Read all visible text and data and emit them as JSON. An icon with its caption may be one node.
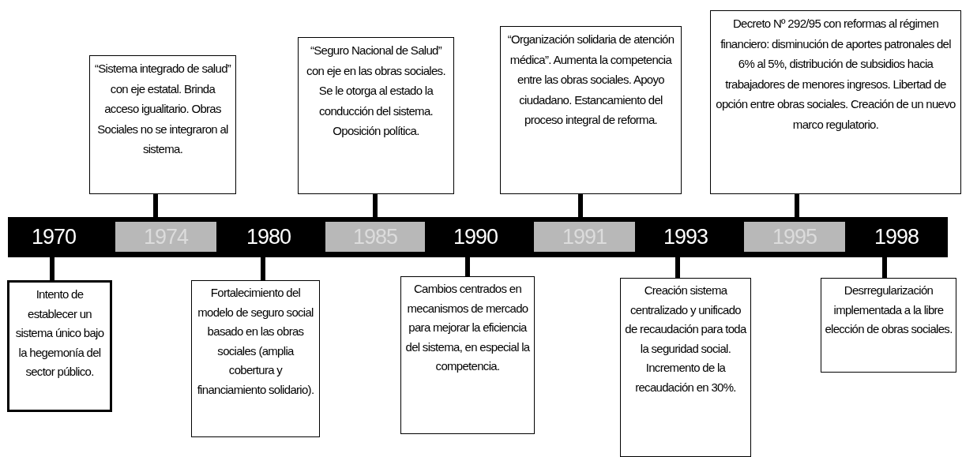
{
  "diagram": {
    "nodes": [
      {
        "text": [
          "“Sistema integrado de salud” con eje estatal. Brinda acceso igualitario. Obras Sociales no se integraron al sistema."
        ]
      },
      {
        "text": [
          "“Seguro Nacional de Salud” con eje en las obras sociales. Se le otorga al estado la conducción del sistema. Oposición política."
        ]
      },
      {
        "text": [
          "“Organización solidaria de atención médica”. Aumenta la competencia entre las obras sociales. Apoyo ciudadano. Estancamiento del proceso integral de reforma."
        ]
      },
      {
        "text": [
          "Decreto Nº 292/95 con reformas al régimen financiero: disminución de aportes patronales del 6% al 5%, distribución de subsidios hacia trabajadores de menores ingresos. Libertad de opción entre obras sociales. Creación de un nuevo marco regulatorio."
        ]
      },
      {
        "text": [],
        "shape": "bar"
      },
      {
        "text": [
          "1970"
        ],
        "in": 4
      },
      {
        "text": [
          "1974"
        ],
        "in": 4
      },
      {
        "text": [
          "1980"
        ],
        "in": 4
      },
      {
        "text": [
          "1985"
        ],
        "in": 4
      },
      {
        "text": [
          "1990"
        ],
        "in": 4
      },
      {
        "text": [
          "1991"
        ],
        "in": 4
      },
      {
        "text": [
          "1993"
        ],
        "in": 4
      },
      {
        "text": [
          "1995"
        ],
        "in": 4
      },
      {
        "text": [
          "1998"
        ],
        "in": 4
      },
      {
        "text": [
          "Intento de establecer un sistema único bajo la hegemonía del sector público."
        ]
      },
      {
        "text": [
          "Fortalecimiento del modelo de seguro social basado en las obras sociales (amplia cobertura y financiamiento solidario)."
        ]
      },
      {
        "text": [
          "Cambios centrados en mecanismos de mercado para mejorar la eficiencia del sistema, en especial la competencia."
        ]
      },
      {
        "text": [
          "Creación sistema centralizado y unificado de recaudación para toda la seguridad social. Incremento de la recaudación en 30%."
        ]
      },
      {
        "text": [
          "Desrregularización implementada a la libre elección de obras sociales."
        ]
      }
    ],
    "edges": [
      {
        "from": 0,
        "to": 6,
        "arrow": "none"
      },
      {
        "from": 1,
        "to": 8,
        "arrow": "none"
      },
      {
        "from": 2,
        "to": 10,
        "arrow": "none"
      },
      {
        "from": 3,
        "to": 12,
        "arrow": "none"
      },
      {
        "from": 5,
        "to": 14,
        "arrow": "none"
      },
      {
        "from": 7,
        "to": 15,
        "arrow": "none"
      },
      {
        "from": 9,
        "to": 16,
        "arrow": "none"
      },
      {
        "from": 11,
        "to": 17,
        "arrow": "none"
      },
      {
        "from": 13,
        "to": 18,
        "arrow": "none"
      }
    ]
  }
}
